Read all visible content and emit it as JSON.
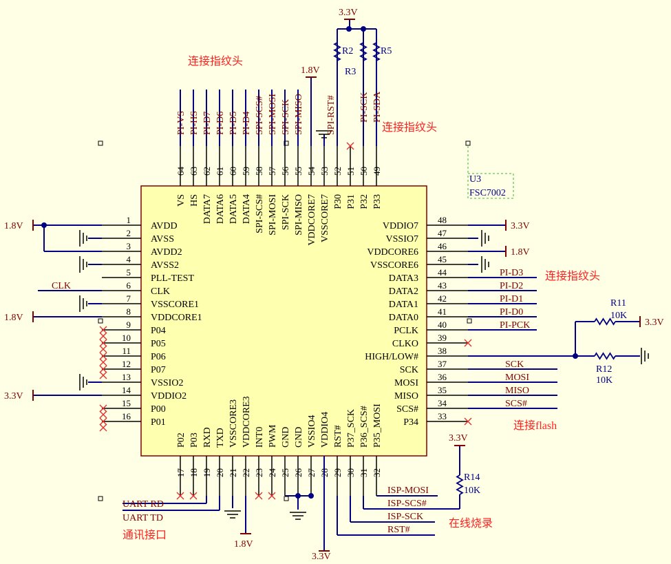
{
  "chip": {
    "designator": "U3",
    "part": "FSC7002",
    "left_pins": [
      {
        "num": "1",
        "name": "AVDD"
      },
      {
        "num": "2",
        "name": "AVSS"
      },
      {
        "num": "3",
        "name": "AVDD2"
      },
      {
        "num": "4",
        "name": "AVSS2"
      },
      {
        "num": "5",
        "name": "PLL-TEST"
      },
      {
        "num": "6",
        "name": "CLK"
      },
      {
        "num": "7",
        "name": "VSSCORE1"
      },
      {
        "num": "8",
        "name": "VDDCORE1"
      },
      {
        "num": "9",
        "name": "P04"
      },
      {
        "num": "10",
        "name": "P05"
      },
      {
        "num": "11",
        "name": "P06"
      },
      {
        "num": "12",
        "name": "P07"
      },
      {
        "num": "13",
        "name": "VSSIO2"
      },
      {
        "num": "14",
        "name": "VDDIO2"
      },
      {
        "num": "15",
        "name": "P00"
      },
      {
        "num": "16",
        "name": "P01"
      }
    ],
    "right_pins": [
      {
        "num": "48",
        "name": "VDDIO7"
      },
      {
        "num": "47",
        "name": "VSSIO7"
      },
      {
        "num": "46",
        "name": "VDDCORE6"
      },
      {
        "num": "45",
        "name": "VSSCORE6"
      },
      {
        "num": "44",
        "name": "DATA3"
      },
      {
        "num": "43",
        "name": "DATA2"
      },
      {
        "num": "42",
        "name": "DATA1"
      },
      {
        "num": "41",
        "name": "DATA0"
      },
      {
        "num": "40",
        "name": "PCLK"
      },
      {
        "num": "39",
        "name": "CLKO"
      },
      {
        "num": "38",
        "name": "HIGH/LOW#"
      },
      {
        "num": "37",
        "name": "SCK"
      },
      {
        "num": "36",
        "name": "MOSI"
      },
      {
        "num": "35",
        "name": "MISO"
      },
      {
        "num": "34",
        "name": "SCS#"
      },
      {
        "num": "33",
        "name": "P34"
      }
    ],
    "top_pins": [
      {
        "num": "64",
        "name": "VS"
      },
      {
        "num": "63",
        "name": "HS"
      },
      {
        "num": "62",
        "name": "DATA7"
      },
      {
        "num": "61",
        "name": "DATA6"
      },
      {
        "num": "60",
        "name": "DATA5"
      },
      {
        "num": "59",
        "name": "DATA4"
      },
      {
        "num": "58",
        "name": "SPI-SCS#"
      },
      {
        "num": "57",
        "name": "SPI-MOSI"
      },
      {
        "num": "56",
        "name": "SPI-SCK"
      },
      {
        "num": "55",
        "name": "SPI-MISO"
      },
      {
        "num": "54",
        "name": "VDDCORE7"
      },
      {
        "num": "53",
        "name": "VSSCORE7"
      },
      {
        "num": "52",
        "name": "P30"
      },
      {
        "num": "51",
        "name": "P31"
      },
      {
        "num": "50",
        "name": "P32"
      },
      {
        "num": "49",
        "name": "P33"
      }
    ],
    "bottom_pins": [
      {
        "num": "17",
        "name": "P02"
      },
      {
        "num": "18",
        "name": "P03"
      },
      {
        "num": "19",
        "name": "RXD"
      },
      {
        "num": "20",
        "name": "TXD"
      },
      {
        "num": "21",
        "name": "VSSCORE3"
      },
      {
        "num": "22",
        "name": "VDDCORE3"
      },
      {
        "num": "23",
        "name": "INT0"
      },
      {
        "num": "24",
        "name": "PWM"
      },
      {
        "num": "25",
        "name": "GND"
      },
      {
        "num": "26",
        "name": "GND"
      },
      {
        "num": "27",
        "name": "VSSIO4"
      },
      {
        "num": "28",
        "name": "VDDIO4"
      },
      {
        "num": "29",
        "name": "RST#"
      },
      {
        "num": "30",
        "name": "P37_SCK"
      },
      {
        "num": "31",
        "name": "P36_SCS#"
      },
      {
        "num": "32",
        "name": "P35_MOSI"
      }
    ]
  },
  "top_nets": [
    "PI-VS",
    "PI-HS",
    "PI-D7",
    "PI-D6",
    "PI-D5",
    "PI-D4",
    "SPI-SCS#",
    "SPI-MOSI",
    "SPI-SCK",
    "SPI-MISO",
    "SPI-RST#",
    "PI-SCK",
    "PI-SDA"
  ],
  "right_nets": [
    "PI-D3",
    "PI-D2",
    "PI-D1",
    "PI-D0",
    "PI-PCK",
    "SCK",
    "MOSI",
    "MISO",
    "SCS#"
  ],
  "bottom_nets": [
    "UART_RD",
    "UART_TD",
    "ISP-MOSI",
    "ISP-SCS#",
    "ISP-SCK",
    "RST#"
  ],
  "left_nets": [
    "CLK"
  ],
  "power": {
    "v18": "1.8V",
    "v33": "3.3V"
  },
  "resistors": [
    {
      "ref": "R2"
    },
    {
      "ref": "R3"
    },
    {
      "ref": "R5"
    },
    {
      "ref": "R11",
      "value": "10K"
    },
    {
      "ref": "R12",
      "value": "10K"
    },
    {
      "ref": "R14",
      "value": "10K"
    }
  ],
  "notes": {
    "fingerprint_top": "连接指纹头",
    "fingerprint_right_top": "连接指纹头",
    "fingerprint_right": "连接指纹头",
    "flash": "连接flash",
    "uart": "通讯接口",
    "isp": "在线烧录"
  }
}
